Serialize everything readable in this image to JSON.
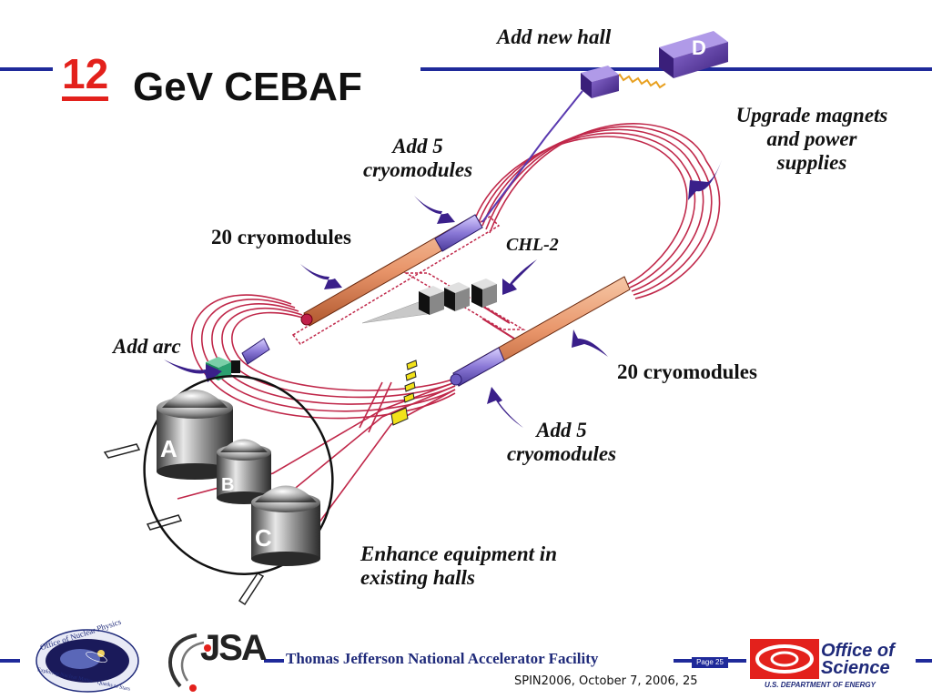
{
  "title": {
    "number": "12",
    "text": "GeV CEBAF"
  },
  "labels": {
    "add_new_hall": "Add new hall",
    "hall_d": "D",
    "upgrade_magnets": [
      "Upgrade magnets",
      "and power",
      "supplies"
    ],
    "add5_top": [
      "Add 5",
      "cryomodules"
    ],
    "cryo20_left": "20 cryomodules",
    "chl2": "CHL-2",
    "add_arc": "Add arc",
    "cryo20_right": "20 cryomodules",
    "add5_bottom": [
      "Add 5",
      "cryomodules"
    ],
    "enhance": [
      "Enhance equipment in",
      "existing halls"
    ],
    "hall_a": "A",
    "hall_b": "B",
    "hall_c": "C"
  },
  "footer": {
    "facility": "Thomas Jefferson National Accelerator Facility",
    "conference": "SPIN2006, October 7, 2006, 25",
    "page_badge": "Page 25",
    "jsa": "JSA",
    "office_of": "Office of",
    "science": "Science",
    "doe": "U.S. DEPARTMENT OF ENERGY",
    "onp_top": "Office of Nuclear Physics",
    "onp_bottom": "Exploring Nuclear Matter - Quarks to Stars"
  },
  "colors": {
    "accent_red": "#e3211c",
    "rule_blue": "#1f2a9a",
    "beamline": "#c0284a",
    "linac": "#e8956a",
    "arrow_purple": "#3a1f8a"
  }
}
